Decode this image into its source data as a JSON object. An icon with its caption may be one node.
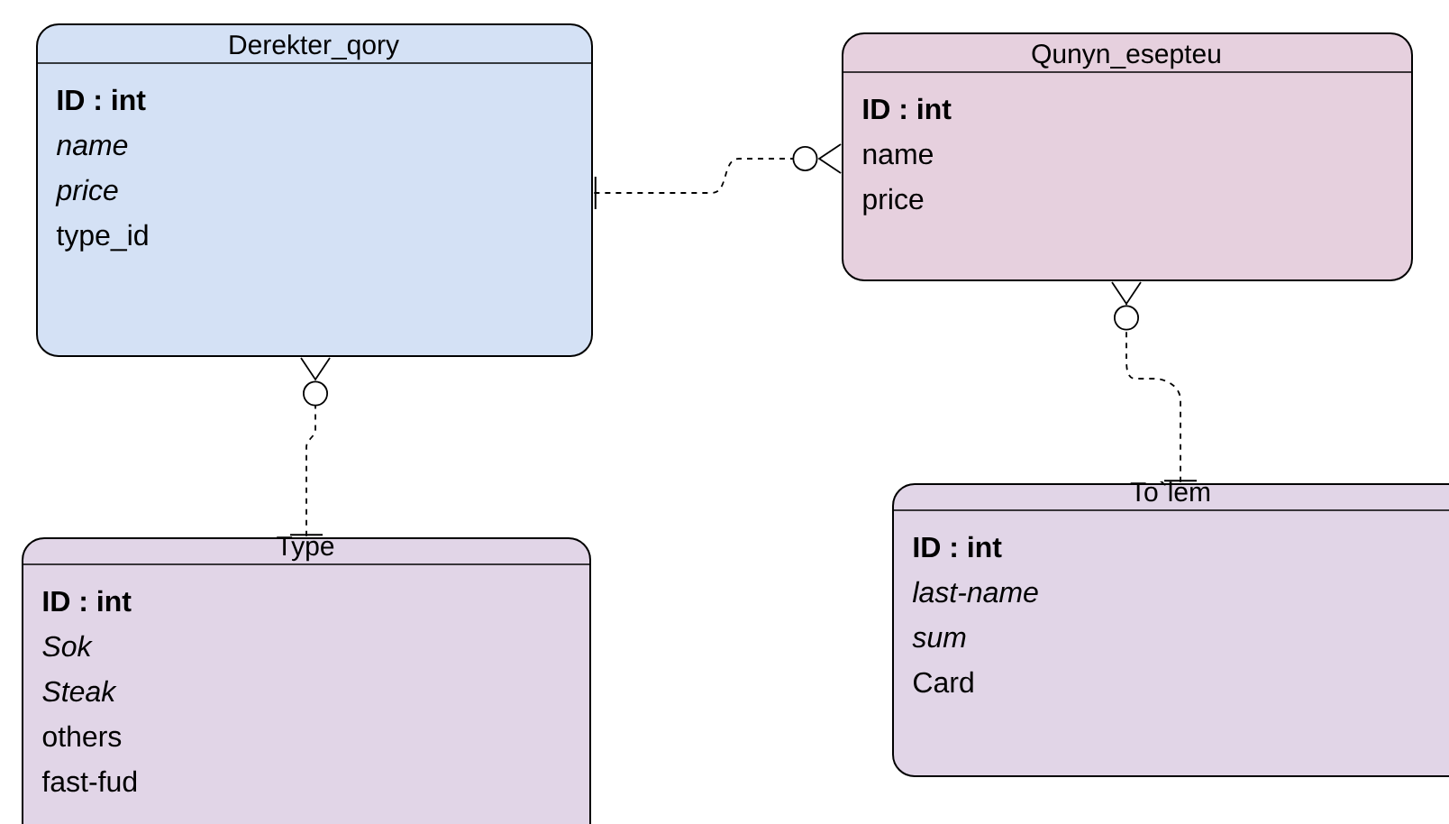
{
  "diagram": {
    "nodes": [
      {
        "text": [
          "Derekter_qory",
          "ID : int",
          "name",
          "price",
          "type_id"
        ]
      },
      {
        "text": [
          "Qunyn_esepteu",
          "ID : int",
          "name",
          "price"
        ]
      },
      {
        "text": [
          "Type",
          "ID : int",
          "Sok",
          "Steak",
          "others",
          "fast-fud"
        ]
      },
      {
        "text": [
          "To`lem",
          "ID : int",
          "last-name",
          "sum",
          "Card"
        ]
      }
    ],
    "edges": [
      {
        "from": 0,
        "to": 1,
        "arrow": "other",
        "style": "dashed"
      },
      {
        "from": 2,
        "to": 0,
        "arrow": "other",
        "style": "dashed"
      },
      {
        "from": 3,
        "to": 1,
        "arrow": "other",
        "style": "dashed"
      }
    ]
  }
}
